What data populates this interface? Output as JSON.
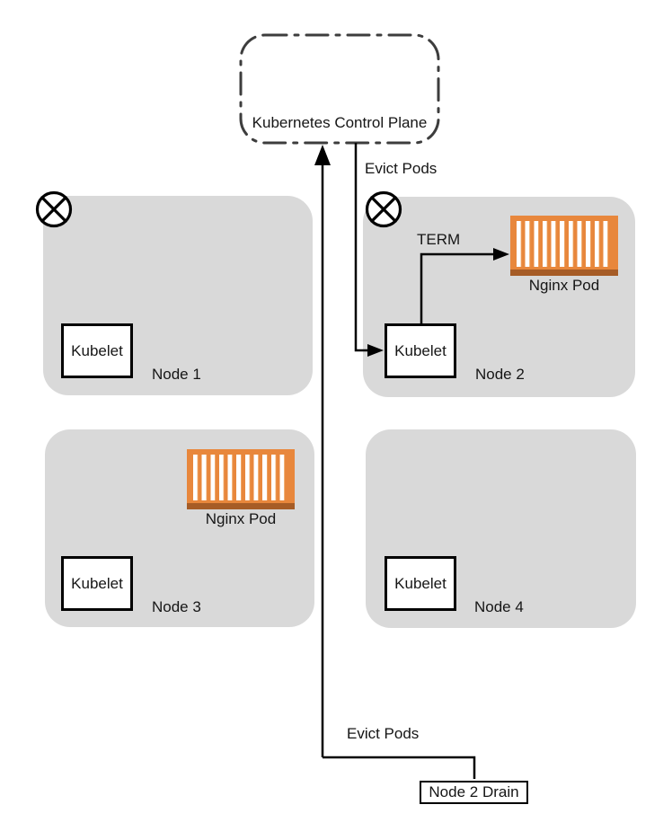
{
  "control_plane": {
    "label": "Kubernetes Control Plane"
  },
  "arrows": {
    "evict_pods_top": "Evict Pods",
    "evict_pods_bottom": "Evict Pods",
    "term": "TERM"
  },
  "drain_box": {
    "label": "Node 2 Drain"
  },
  "nodes": [
    {
      "label": "Node 1",
      "kubelet_label": "Kubelet",
      "has_circle_x_icon": true,
      "pod_label": null
    },
    {
      "label": "Node 2",
      "kubelet_label": "Kubelet",
      "has_circle_x_icon": true,
      "pod_label": "Nginx Pod"
    },
    {
      "label": "Node 3",
      "kubelet_label": "Kubelet",
      "has_circle_x_icon": false,
      "pod_label": "Nginx Pod"
    },
    {
      "label": "Node 4",
      "kubelet_label": "Kubelet",
      "has_circle_x_icon": false,
      "pod_label": null
    }
  ],
  "icons": {
    "cordon": "circle-x-icon",
    "pod": "container-icon"
  },
  "colors": {
    "node_fill": "#d9d9d9",
    "pod_orange": "#e8873c",
    "pod_base": "#a65c26",
    "line": "#000000",
    "control_plane_border": "#3d3d3d"
  }
}
